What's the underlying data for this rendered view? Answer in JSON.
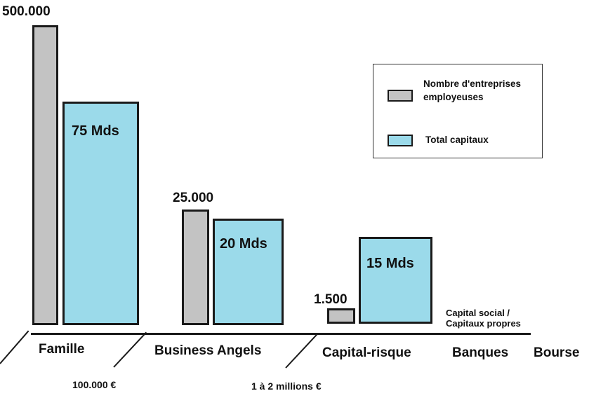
{
  "chart_data": {
    "type": "bar",
    "title": "",
    "xlabel": "",
    "ylabel": "",
    "categories": [
      "Famille",
      "Business Angels",
      "Capital-risque",
      "Banques",
      "Bourse"
    ],
    "series": [
      {
        "name": "Nombre d'entreprises employeuses",
        "color": "#c3c3c3",
        "values": [
          500000,
          25000,
          1500,
          null,
          null
        ],
        "labels": [
          "500.000",
          "25.000",
          "1.500",
          "",
          ""
        ]
      },
      {
        "name": "Total capitaux",
        "color": "#9bdaea",
        "values": [
          75,
          20,
          15,
          null,
          null
        ],
        "labels": [
          "75 Mds",
          "20 Mds",
          "15 Mds",
          "",
          ""
        ]
      }
    ],
    "annotations": [
      "Capital social / Capitaux propres",
      "100.000 €",
      "1 à 2 millions €"
    ],
    "legend_position": "top-right",
    "grid": false
  },
  "bars": {
    "famille": {
      "count_label": "500.000",
      "capital_label": "75 Mds"
    },
    "business_angels": {
      "count_label": "25.000",
      "capital_label": "20 Mds"
    },
    "capital_risque": {
      "count_label": "1.500",
      "capital_label": "15 Mds"
    }
  },
  "legend": {
    "count_line1": "Nombre d'entreprises",
    "count_line2": "employeuses",
    "capital": "Total capitaux"
  },
  "categories": {
    "famille": "Famille",
    "business_angels": "Business Angels",
    "capital_risque": "Capital-risque",
    "banques": "Banques",
    "bourse": "Bourse"
  },
  "annotations": {
    "capital_social_line1": "Capital social /",
    "capital_social_line2": "Capitaux propres",
    "threshold_1": "100.000 €",
    "threshold_2": "1 à 2 millions €"
  }
}
